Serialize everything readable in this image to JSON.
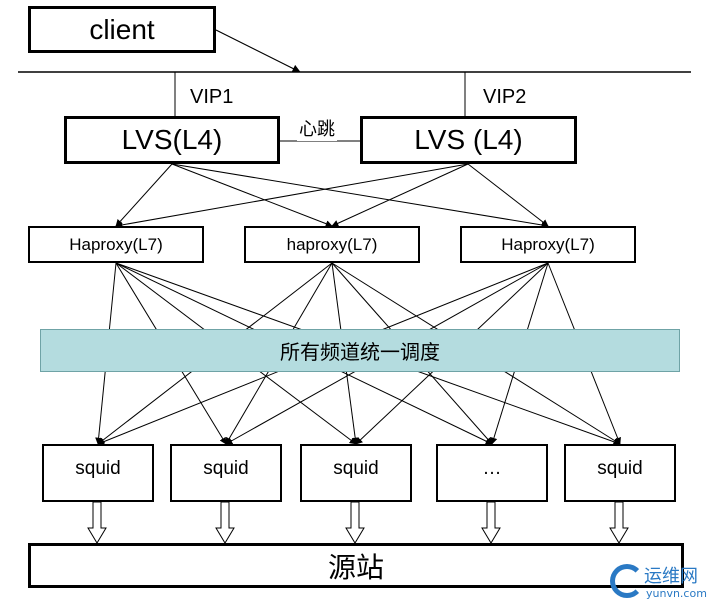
{
  "client": "client",
  "vip1": "VIP1",
  "vip2": "VIP2",
  "heartbeat": "心跳",
  "lvs": [
    "LVS(L4)",
    "LVS (L4)"
  ],
  "haproxy": [
    "Haproxy(L7)",
    "haproxy(L7)",
    "Haproxy(L7)"
  ],
  "scheduler": "所有频道统一调度",
  "squid": [
    "squid",
    "squid",
    "squid",
    "…",
    "squid"
  ],
  "origin": "源站",
  "watermark": {
    "name": "运维网",
    "domain": "yunvn.com"
  }
}
